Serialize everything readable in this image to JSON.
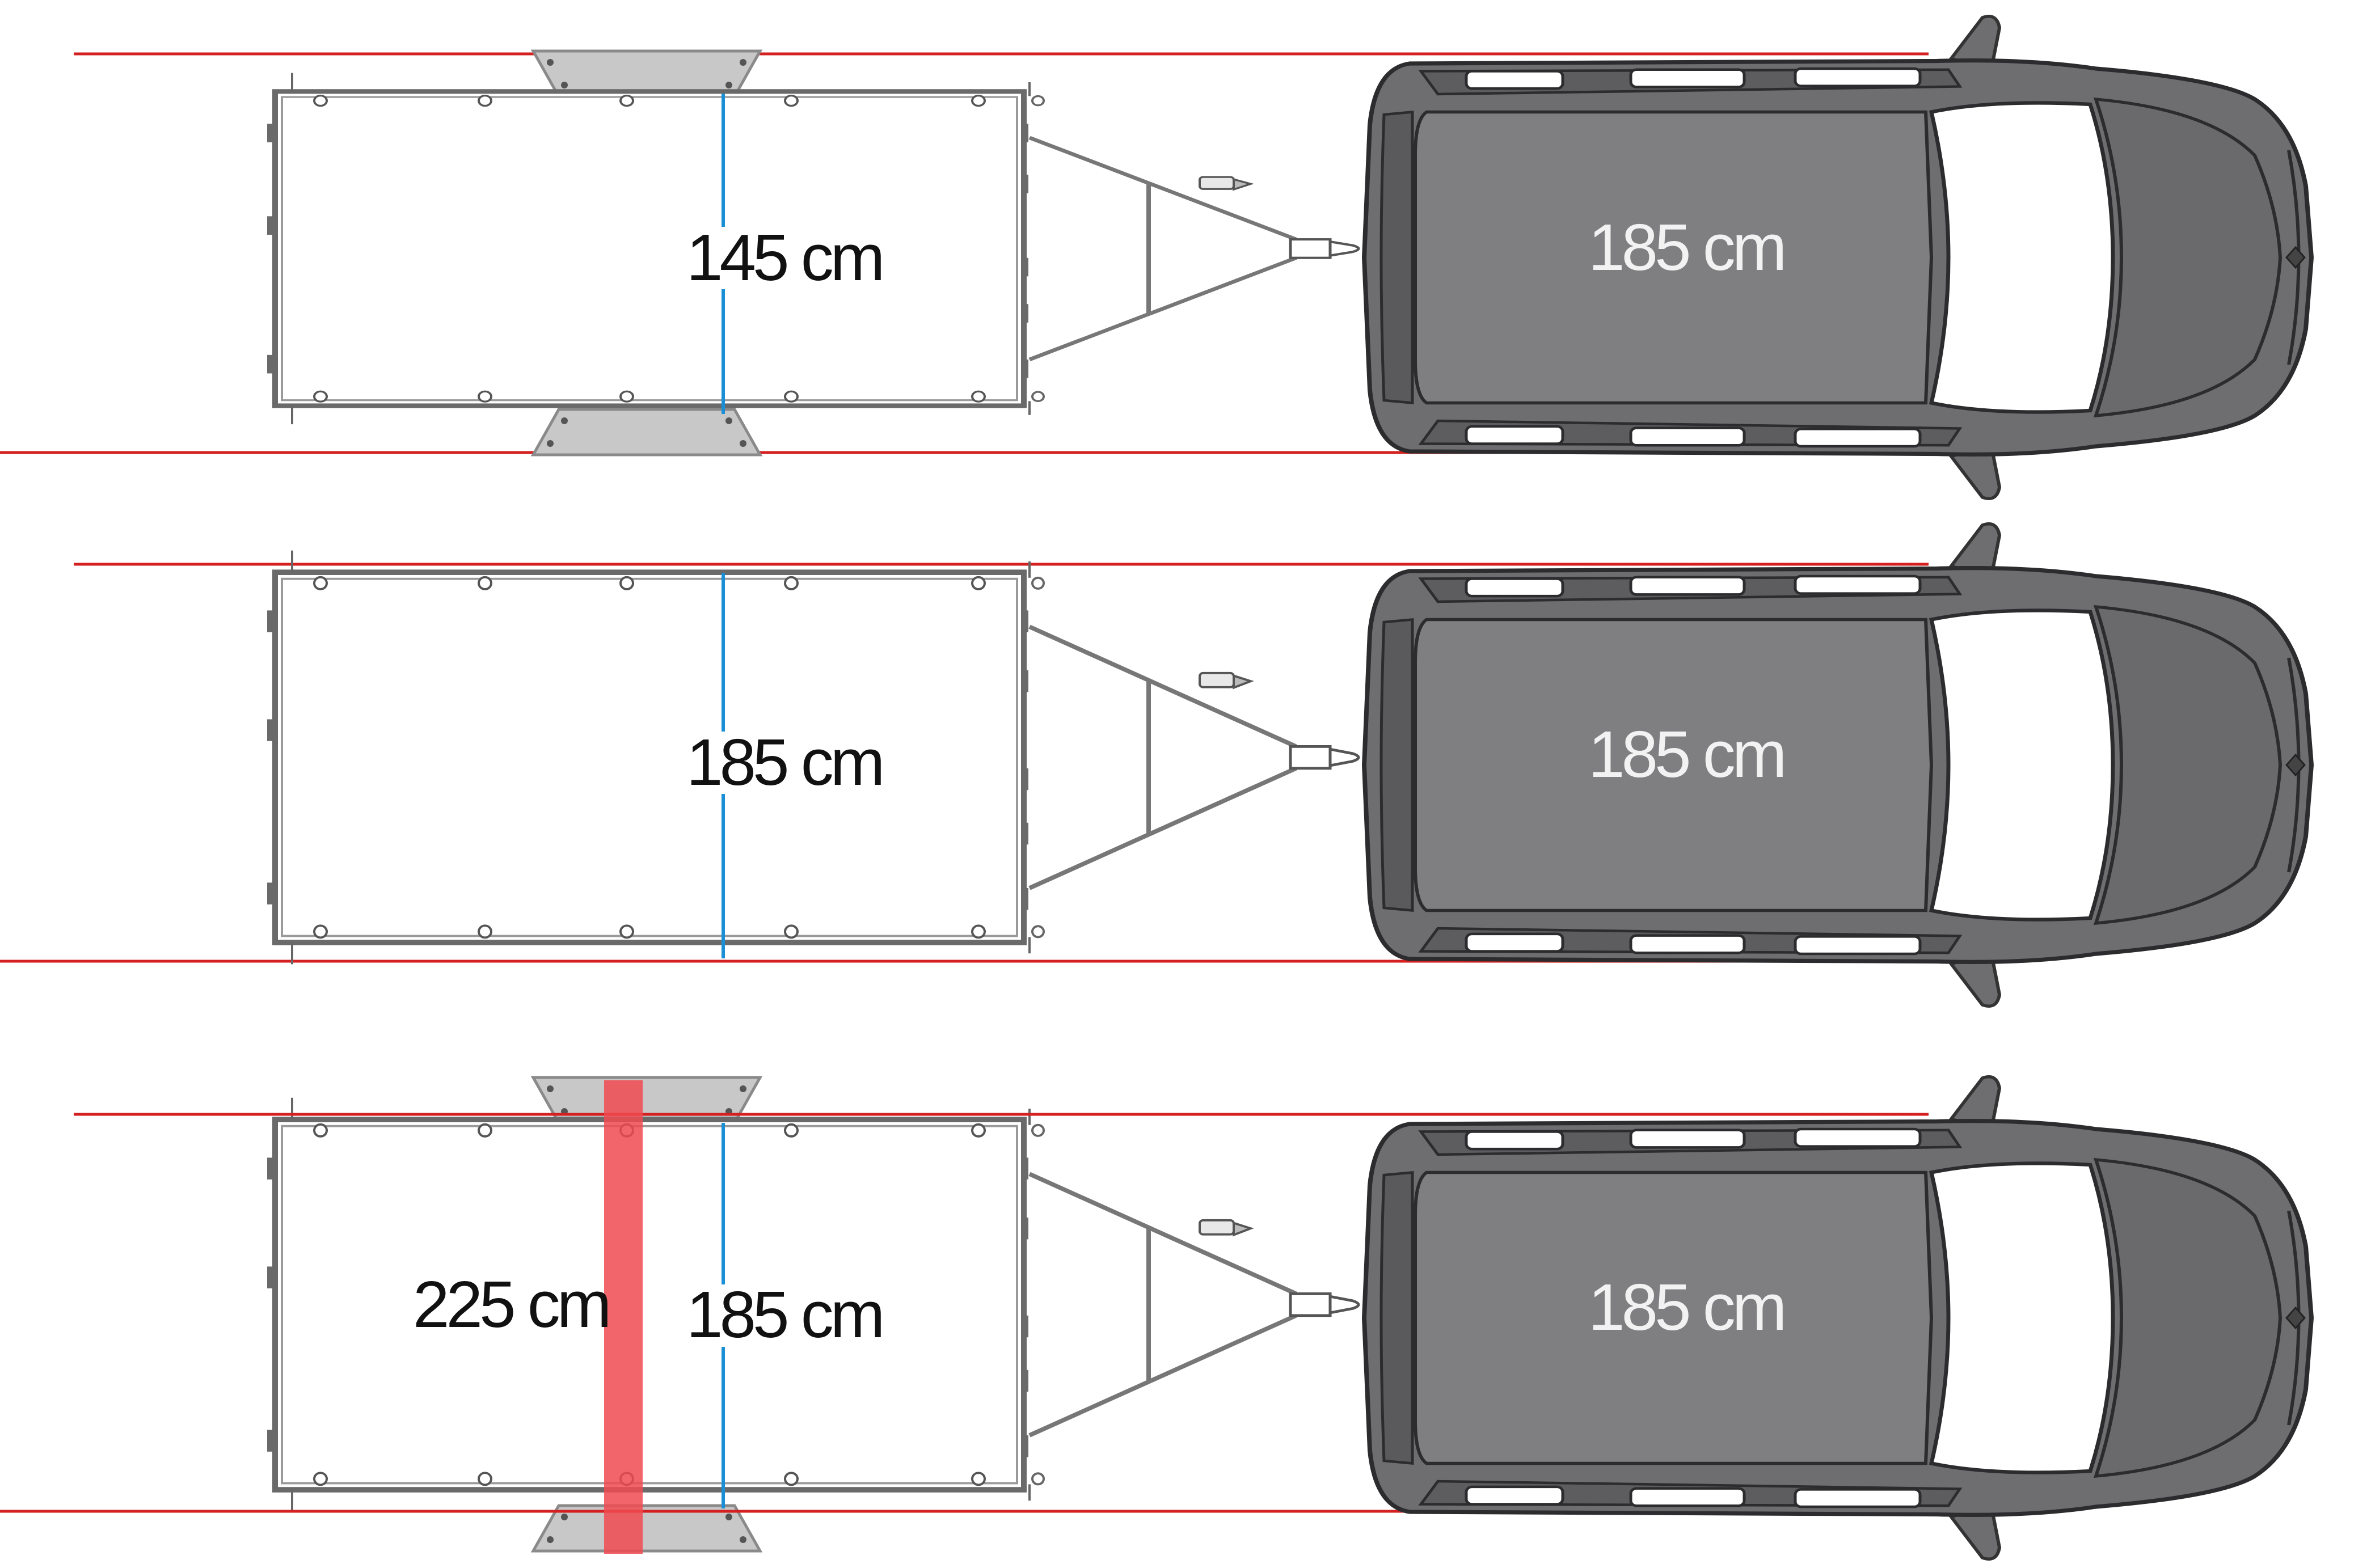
{
  "colors": {
    "guide_line": "#d42020",
    "center_line": "#1a8fd6",
    "highlight_band": "#f04a50",
    "car_body": "#6e6e71",
    "car_roof": "#7f7f82",
    "trailer_frame": "#6a6a6a",
    "fender": "#c8c8c8"
  },
  "rows": [
    {
      "id": "row-1",
      "trailer_width_label": "145 cm",
      "car_width_label": "185 cm",
      "has_fenders": true,
      "has_highlight_band": false
    },
    {
      "id": "row-2",
      "trailer_width_label": "185 cm",
      "car_width_label": "185 cm",
      "has_fenders": false,
      "has_highlight_band": false
    },
    {
      "id": "row-3",
      "trailer_width_label": "185 cm",
      "car_width_label": "185 cm",
      "overall_width_label": "225 cm",
      "has_fenders": true,
      "has_highlight_band": true
    }
  ]
}
